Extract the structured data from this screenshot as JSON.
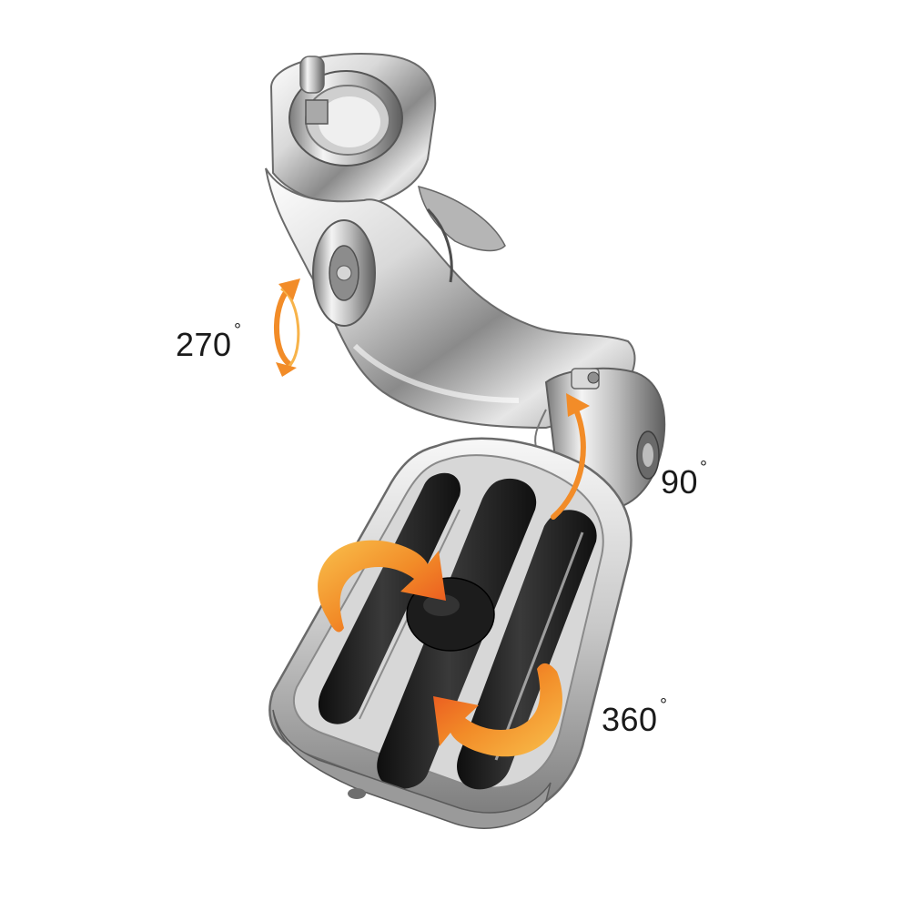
{
  "labels": {
    "rotation_270": "270",
    "rotation_90": "90",
    "rotation_360": "360",
    "degree_symbol": "°"
  },
  "colors": {
    "arrow_orange": "#f28c28",
    "arrow_orange_light": "#f7b34a",
    "arrow_red_orange": "#e8461c",
    "chrome_light": "#f2f2f2",
    "chrome_mid": "#bdbdbd",
    "chrome_dark": "#6e6e6e",
    "rubber_black": "#1c1c1c"
  }
}
